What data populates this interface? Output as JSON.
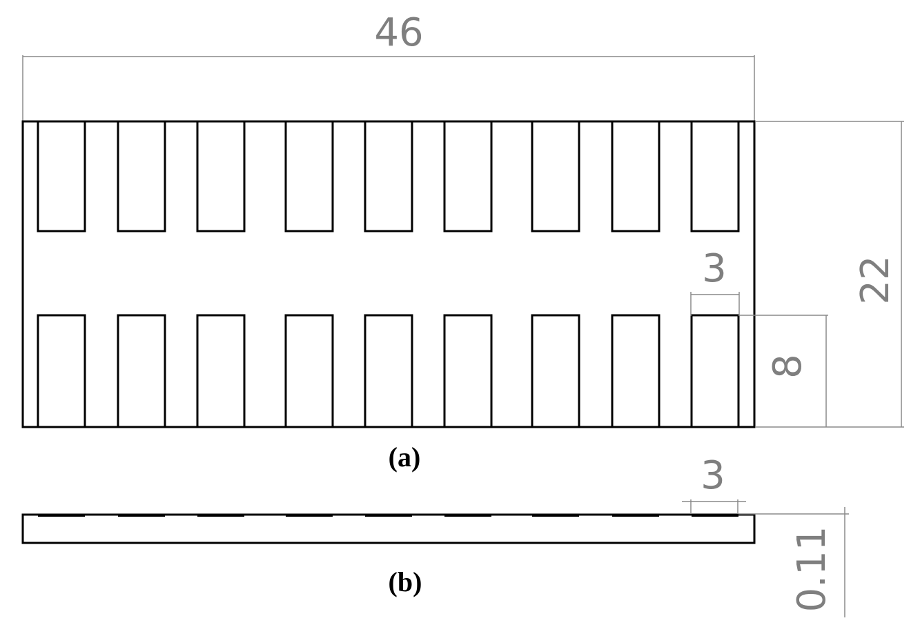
{
  "colors": {
    "outline": "#000000",
    "dimension": "#8a8a8a",
    "dimension_text": "#7f7f7f",
    "background": "#ffffff"
  },
  "dimensions": {
    "overall_width": "46",
    "overall_height": "22",
    "slot_width_top_view": "3",
    "slot_height": "8",
    "slot_width_side_view": "3",
    "thickness": "0.11"
  },
  "captions": {
    "top_view": "(a)",
    "side_view": "(b)"
  },
  "slots": {
    "count_per_row": 9,
    "rows": 2
  }
}
